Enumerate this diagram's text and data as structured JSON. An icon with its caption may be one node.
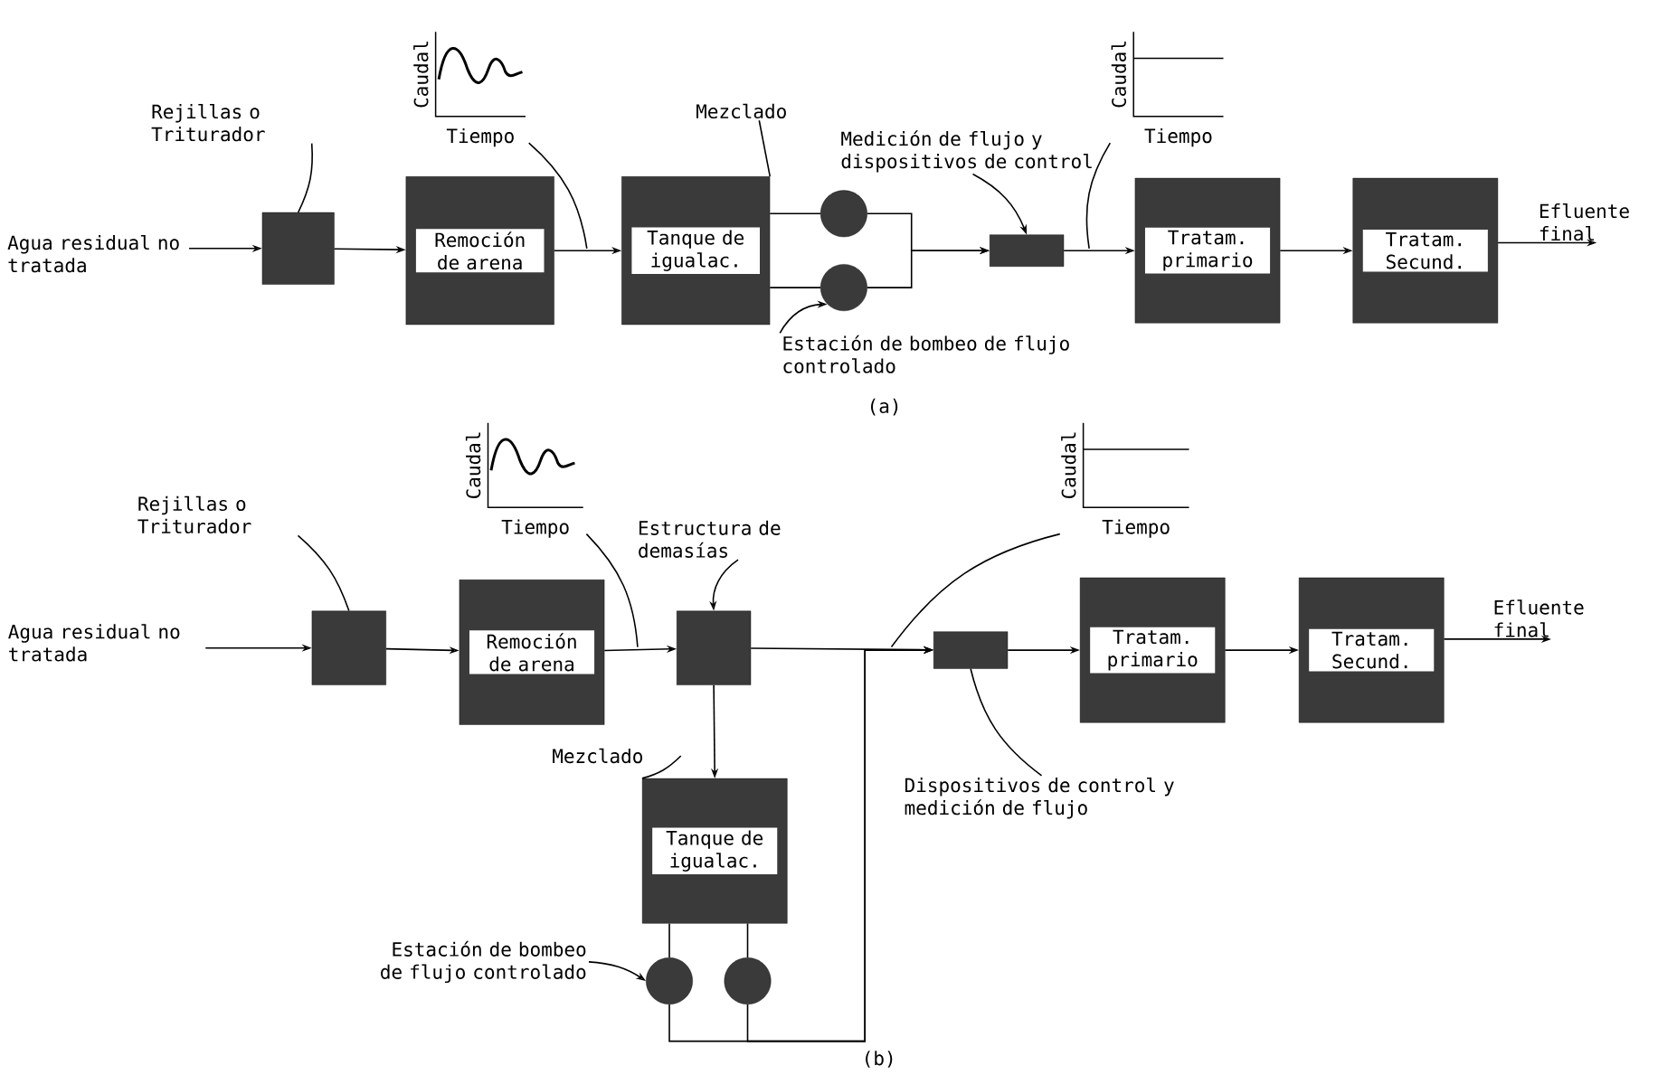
{
  "diagram": {
    "nodes": [
      {
        "text": [
          "Agua residual no tratada"
        ]
      },
      {
        "text": [
          "Rejillas o Triturador"
        ]
      },
      {
        "text": [],
        "shape": "box"
      },
      {
        "text": [
          "Caudal",
          "Tiempo"
        ]
      },
      {
        "text": [
          "Remoción de arena"
        ]
      },
      {
        "text": [
          "Mezclado"
        ]
      },
      {
        "text": [
          "Tanque de igualac."
        ]
      },
      {
        "text": [],
        "shape": "circle"
      },
      {
        "text": [],
        "shape": "circle"
      },
      {
        "text": [
          "Medición de flujo y dispositivos de control"
        ]
      },
      {
        "text": [],
        "shape": "box"
      },
      {
        "text": [
          "Caudal",
          "Tiempo"
        ]
      },
      {
        "text": [
          "Tratam. primario"
        ]
      },
      {
        "text": [
          "Tratam. Secund."
        ]
      },
      {
        "text": [
          "Estación de bombeo de flujo controlado"
        ]
      },
      {
        "text": [
          "Agua residual no tratada"
        ]
      },
      {
        "text": [
          "Rejillas o Triturador"
        ]
      },
      {
        "text": [],
        "shape": "box"
      },
      {
        "text": [
          "Caudal",
          "Tiempo"
        ]
      },
      {
        "text": [
          "Remoción de arena"
        ]
      },
      {
        "text": [
          "Estructura de demasías"
        ]
      },
      {
        "text": [],
        "shape": "box"
      },
      {
        "text": [
          "Caudal",
          "Tiempo"
        ]
      },
      {
        "text": [],
        "shape": "box"
      },
      {
        "text": [
          "Tratam. primario"
        ]
      },
      {
        "text": [
          "Tratam. Secund."
        ]
      },
      {
        "text": [
          "Mezclado"
        ]
      },
      {
        "text": [
          "Tanque de igualac."
        ]
      },
      {
        "text": [
          "Dispositivos de control y medición de flujo"
        ]
      },
      {
        "text": [
          "Estación de bombeo de flujo controlado"
        ]
      },
      {
        "text": [],
        "shape": "circle"
      },
      {
        "text": [],
        "shape": "circle"
      },
      {
        "text": [
          "Efluente final"
        ]
      },
      {
        "text": [
          "Efluente final"
        ]
      }
    ],
    "edges": [
      {
        "from": 0,
        "to": 2,
        "arrow": "to"
      },
      {
        "from": 1,
        "to": 2,
        "arrow": "none"
      },
      {
        "from": 2,
        "to": 4,
        "arrow": "to"
      },
      {
        "from": 3,
        "to": null,
        "arrow": "none"
      },
      {
        "from": 4,
        "to": 6,
        "arrow": "to"
      },
      {
        "from": 5,
        "to": 6,
        "arrow": "none"
      },
      {
        "from": 6,
        "to": 7,
        "arrow": "none"
      },
      {
        "from": 6,
        "to": 8,
        "arrow": "none"
      },
      {
        "from": 7,
        "to": 10,
        "arrow": "to"
      },
      {
        "from": 8,
        "to": 10,
        "arrow": "to"
      },
      {
        "from": 9,
        "to": 10,
        "arrow": "to"
      },
      {
        "from": 11,
        "to": null,
        "arrow": "none"
      },
      {
        "from": 10,
        "to": 12,
        "arrow": "to"
      },
      {
        "from": 12,
        "to": 13,
        "arrow": "to"
      },
      {
        "from": 13,
        "to": 32,
        "arrow": "to"
      },
      {
        "from": 14,
        "to": 8,
        "arrow": "to"
      },
      {
        "from": 15,
        "to": 17,
        "arrow": "to"
      },
      {
        "from": 16,
        "to": 17,
        "arrow": "none"
      },
      {
        "from": 17,
        "to": 19,
        "arrow": "to"
      },
      {
        "from": 18,
        "to": null,
        "arrow": "none"
      },
      {
        "from": 19,
        "to": 21,
        "arrow": "to"
      },
      {
        "from": 20,
        "to": 21,
        "arrow": "to"
      },
      {
        "from": 21,
        "to": 23,
        "arrow": "to"
      },
      {
        "from": 22,
        "to": null,
        "arrow": "none"
      },
      {
        "from": 23,
        "to": 24,
        "arrow": "to"
      },
      {
        "from": 24,
        "to": 25,
        "arrow": "to"
      },
      {
        "from": 25,
        "to": 33,
        "arrow": "to"
      },
      {
        "from": 21,
        "to": 27,
        "arrow": "to"
      },
      {
        "from": 26,
        "to": 27,
        "arrow": "none"
      },
      {
        "from": 27,
        "to": 30,
        "arrow": "none"
      },
      {
        "from": 27,
        "to": 31,
        "arrow": "none"
      },
      {
        "from": 30,
        "to": 23,
        "arrow": "to"
      },
      {
        "from": 31,
        "to": 23,
        "arrow": "to"
      },
      {
        "from": 29,
        "to": 30,
        "arrow": "to"
      },
      {
        "from": 28,
        "to": 23,
        "arrow": "none"
      }
    ],
    "labels": [
      "(a)",
      "(b)"
    ]
  }
}
